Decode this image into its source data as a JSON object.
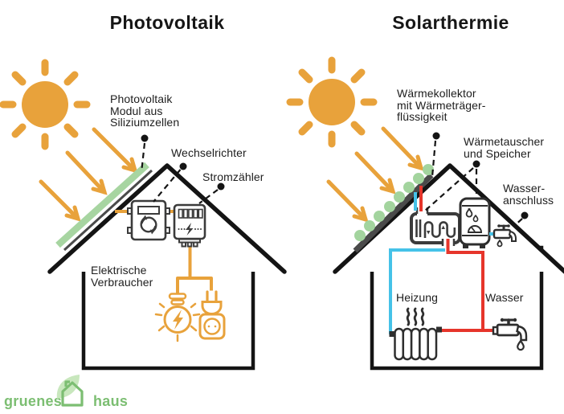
{
  "titles": {
    "left": "Photovoltaik",
    "right": "Solarthermie"
  },
  "labels": {
    "pv_module": "Photovoltaik\nModul aus\nSiliziumzellen",
    "inverter": "Wechselrichter",
    "meter": "Stromzähler",
    "consumers": "Elektrische\nVerbraucher",
    "collector": "Wärmekollektor\nmit Wärmeträger-\nflüssigkeit",
    "exchanger": "Wärmetauscher\nund Speicher",
    "water_connection": "Wasser-\nanschluss",
    "heating": "Heizung",
    "water": "Wasser"
  },
  "logo": {
    "word1": "gruenes",
    "word2": "haus"
  },
  "icons": [
    "sun-icon",
    "sunray-arrow-icon",
    "pv-panel",
    "inverter-icon",
    "electricity-meter-icon",
    "lightbulb-icon",
    "plug-icon",
    "outlet-icon",
    "collector-tube-icon",
    "heat-exchanger-icon",
    "storage-tank-icon",
    "tap-icon",
    "radiator-icon",
    "water-drop-icon",
    "leaf-icon",
    "logo-house-icon"
  ],
  "colors": {
    "orange": "#E8A23B",
    "panel_green": "#A7D5A1",
    "tube_green": "#A3D49E",
    "logo_green": "#7CBE72",
    "leaf_green": "#C8E7BD",
    "hot_red": "#E6352B",
    "cold_blue": "#45C2E8",
    "outline_black": "#141414",
    "icon_gray": "#3B3B3B"
  }
}
